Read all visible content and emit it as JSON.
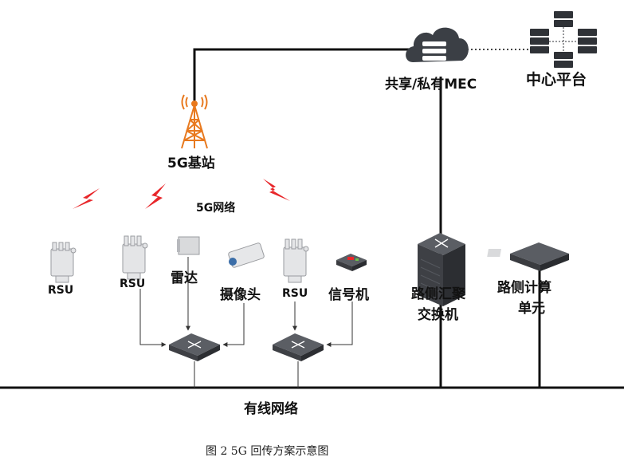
{
  "labels": {
    "mec": "共享/私有MEC",
    "center": "中心平台",
    "base_station": "5G基站",
    "network_5g": "5G网络",
    "rsu1": "RSU",
    "rsu2": "RSU",
    "radar": "雷达",
    "camera": "摄像头",
    "rsu3": "RSU",
    "signal": "信号机",
    "agg_switch_line1": "路侧汇聚",
    "agg_switch_line2": "交换机",
    "compute_line1": "路侧计算",
    "compute_line2": "单元",
    "wired": "有线网络"
  },
  "caption": "图 2 5G 回传方案示意图",
  "colors": {
    "accent": "#e8262a",
    "tower": "#e8791e",
    "line": "#111111",
    "device": "#4a4d52"
  },
  "icons": [
    "cloud-server-icon",
    "server-rack-icon",
    "tower-icon",
    "lightning-icon",
    "rsu-icon",
    "radar-icon",
    "camera-icon",
    "signal-controller-icon",
    "switch-icon",
    "compute-unit-icon"
  ]
}
